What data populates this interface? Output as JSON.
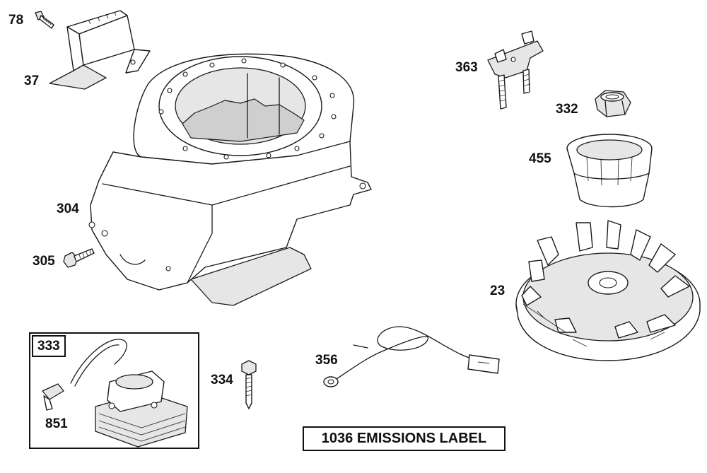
{
  "parts": [
    {
      "number": "78"
    },
    {
      "number": "37"
    },
    {
      "number": "304"
    },
    {
      "number": "305"
    },
    {
      "number": "363"
    },
    {
      "number": "332"
    },
    {
      "number": "455"
    },
    {
      "number": "23"
    },
    {
      "number": "333"
    },
    {
      "number": "851"
    },
    {
      "number": "334"
    },
    {
      "number": "356"
    }
  ],
  "emissions_label": "1036 EMISSIONS LABEL"
}
